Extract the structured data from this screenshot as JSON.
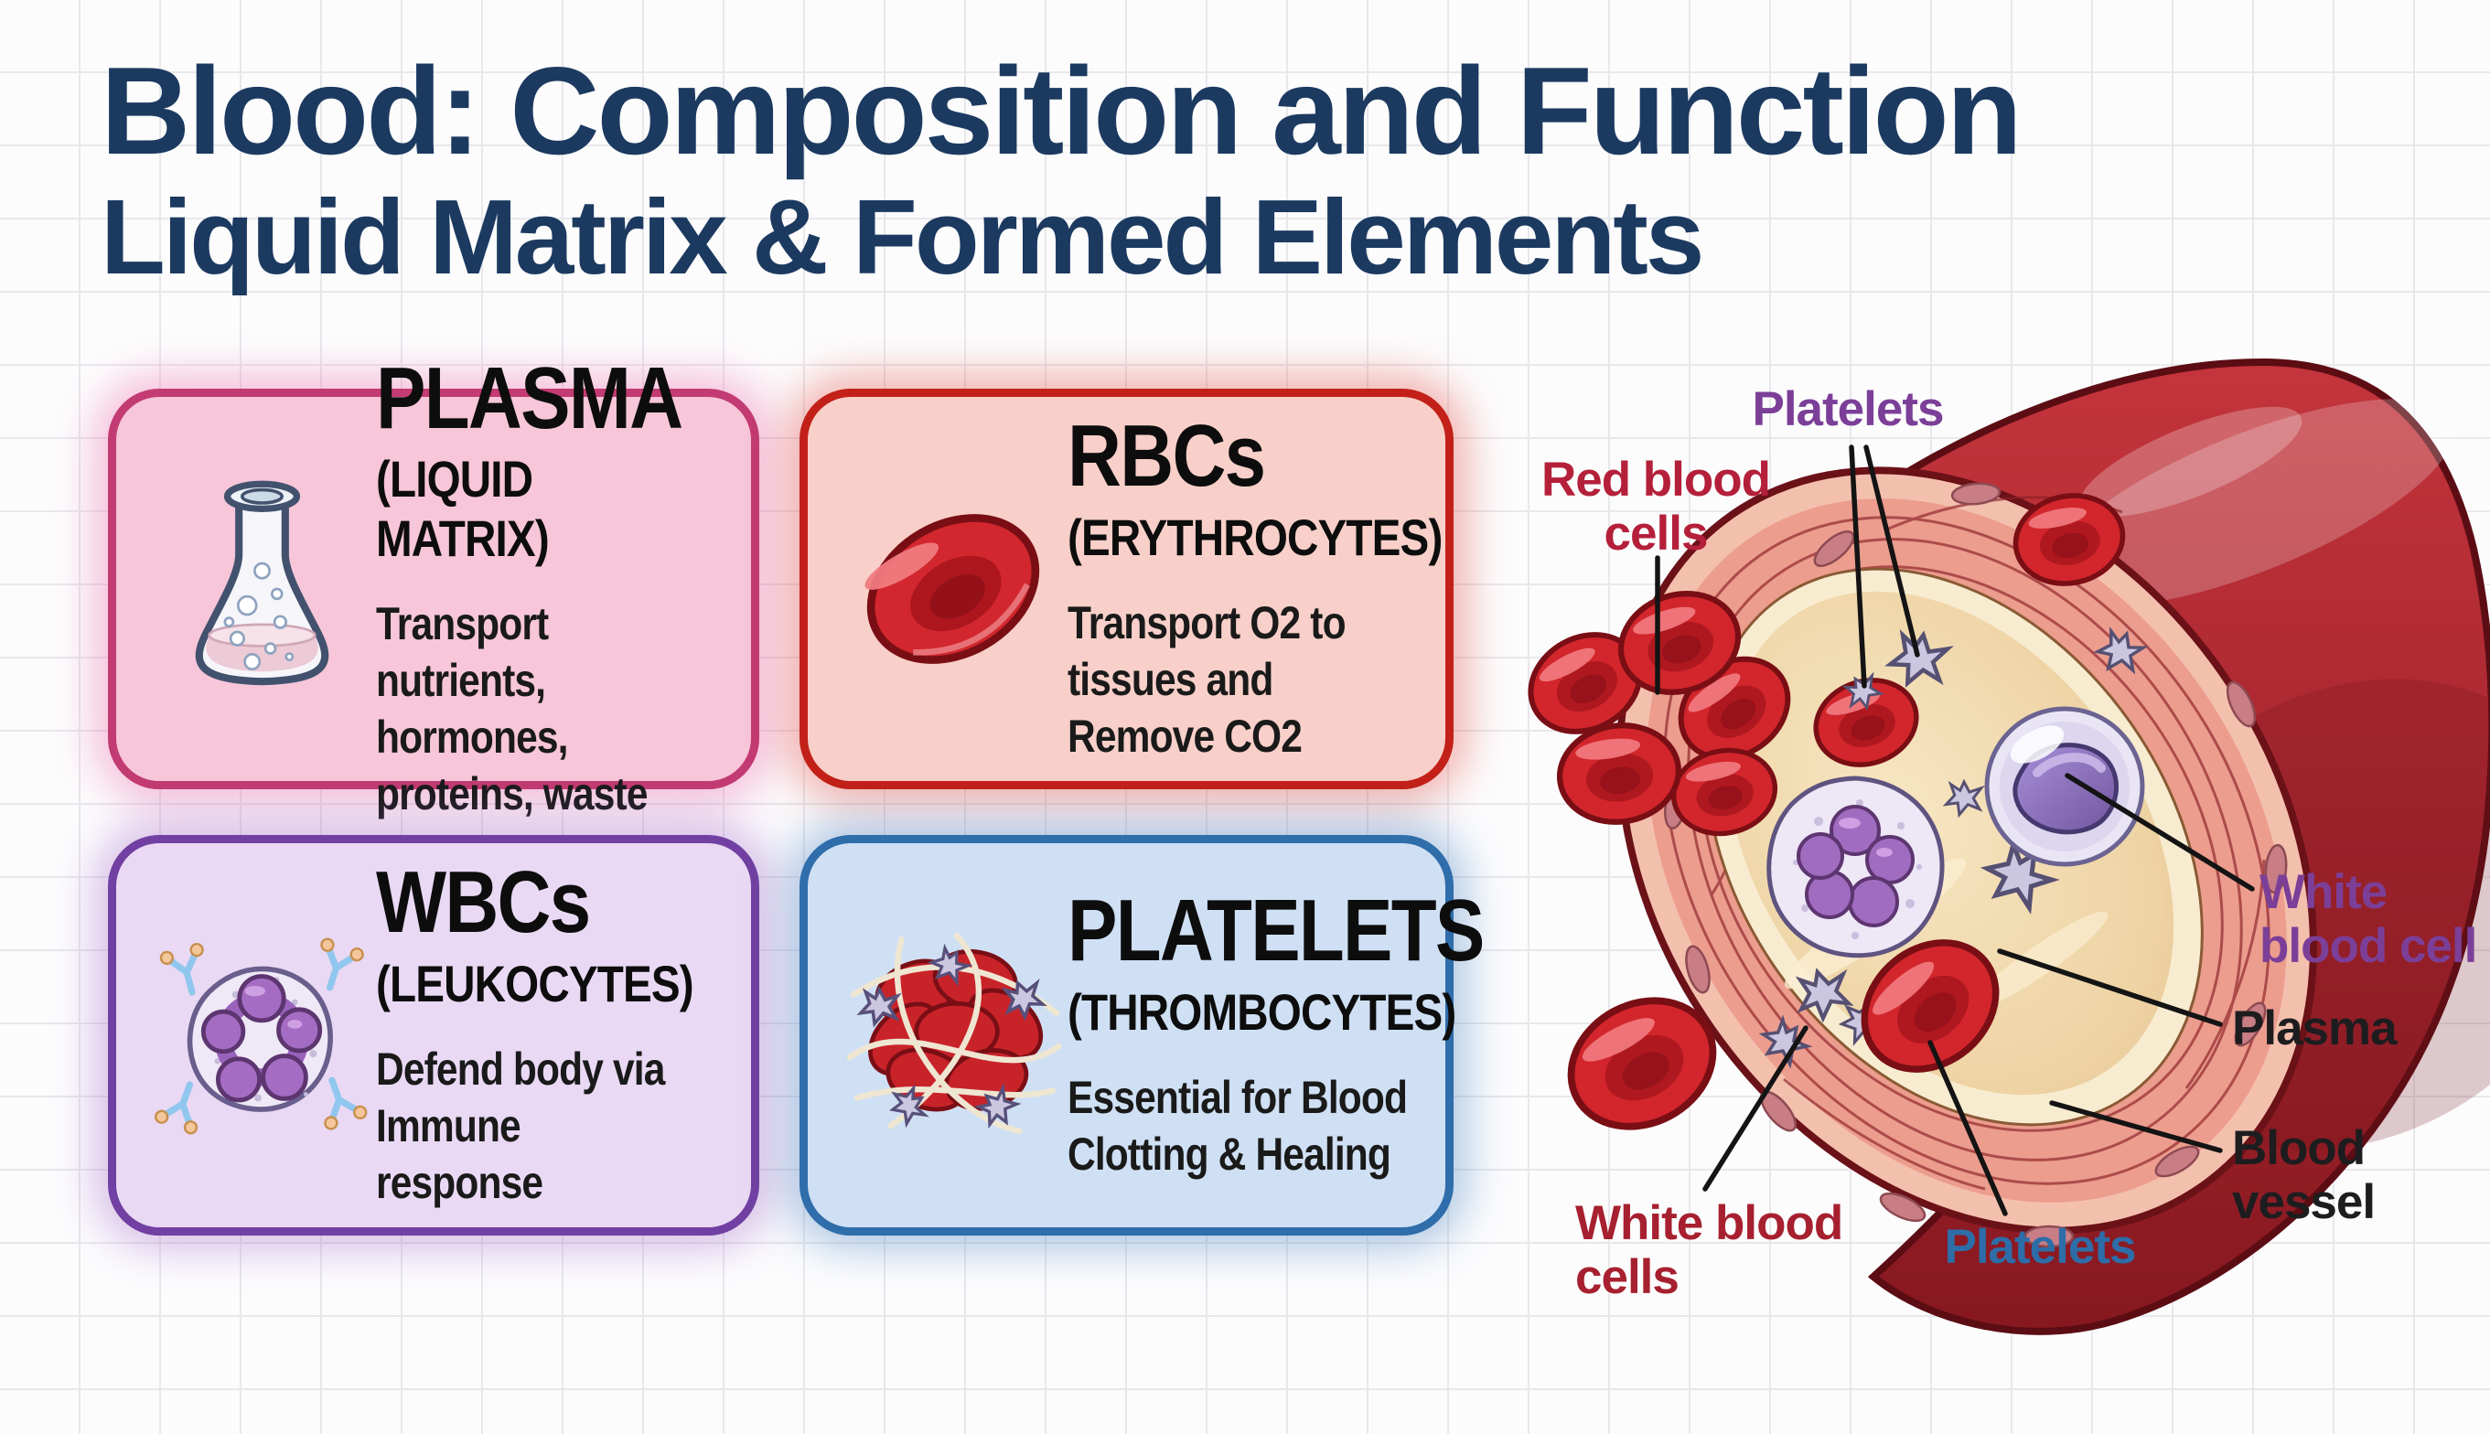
{
  "title": {
    "line1": "Blood: Composition and Function",
    "line2": "Liquid Matrix & Formed Elements",
    "color": "#1c3a60"
  },
  "cards": [
    {
      "id": "plasma",
      "title": "PLASMA",
      "subtitle": "(LIQUID MATRIX)",
      "description": "Transport nutrients,\nhormones,\nproteins, waste",
      "icon": "flask-icon",
      "bg": "#f7c6d9",
      "border": "#c23b72"
    },
    {
      "id": "rbcs",
      "title": "RBCs",
      "subtitle": "(ERYTHROCYTES)",
      "description": "Transport O2 to\ntissues and\nRemove CO2",
      "icon": "red-blood-cell-icon",
      "bg": "#f8d0c9",
      "border": "#c22018"
    },
    {
      "id": "wbcs",
      "title": "WBCs",
      "subtitle": "(LEUKOCYTES)",
      "description": "Defend body via\nImmune response",
      "icon": "white-blood-cell-icon",
      "bg": "#ead9f4",
      "border": "#7140a2"
    },
    {
      "id": "platelets",
      "title": "PLATELETS",
      "subtitle": "(THROMBOCYTES)",
      "description": "Essential for Blood\nClotting & Healing",
      "icon": "platelet-clot-icon",
      "bg": "#cfe0f4",
      "border": "#2f6dab"
    }
  ],
  "diagram": {
    "labels": {
      "platelets_top": {
        "text": "Platelets",
        "color": "#7b3f98"
      },
      "red_blood_cells": {
        "text": "Red blood\ncells",
        "color": "#b41f3a"
      },
      "white_blood_cell": {
        "text": "White\nblood cell",
        "color": "#7b3f98"
      },
      "plasma": {
        "text": "Plasma",
        "color": "#1d1d1f"
      },
      "blood_vessel": {
        "text": "Blood\nvessel",
        "color": "#1d1d1f"
      },
      "white_blood_cells": {
        "text": "White blood\ncells",
        "color": "#a7202f"
      },
      "platelets_bottom": {
        "text": "Platelets",
        "color": "#2d6da8"
      }
    }
  }
}
